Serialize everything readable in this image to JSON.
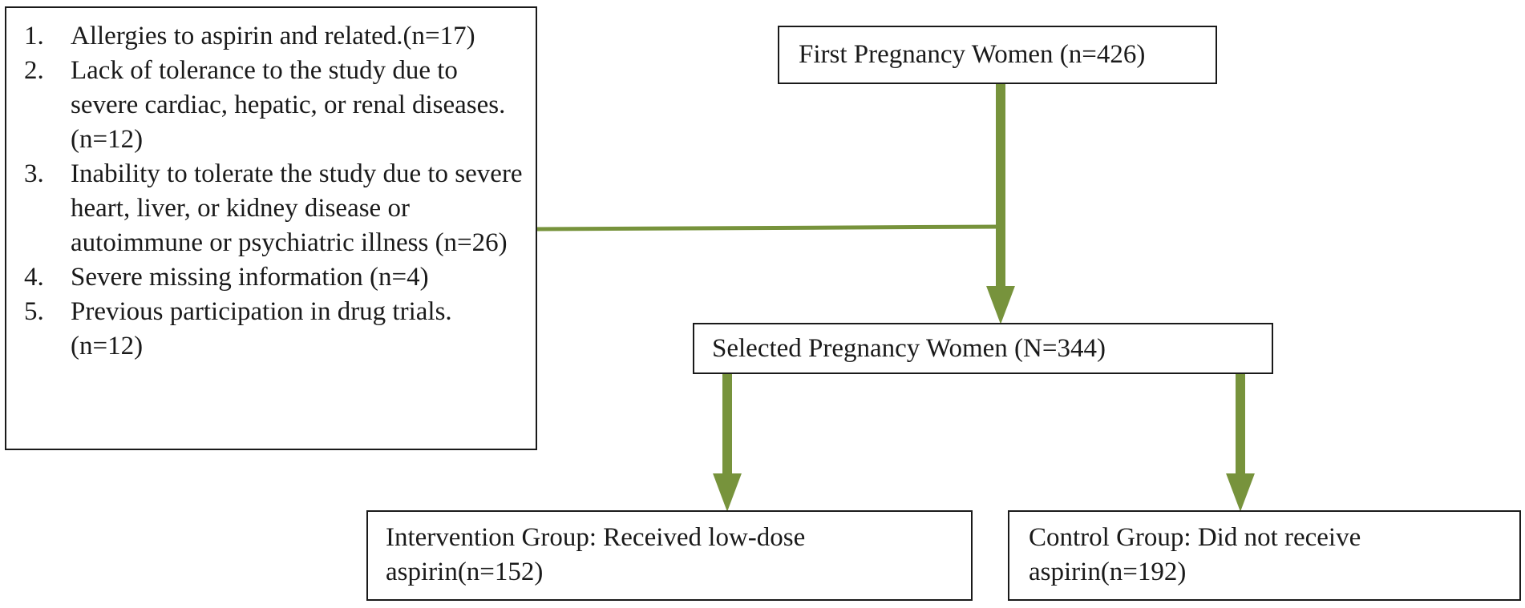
{
  "exclusion_criteria": [
    {
      "number": "1.",
      "text": "Allergies to aspirin and related.(n=17)"
    },
    {
      "number": "2.",
      "text": "Lack of tolerance to the study due to severe cardiac, hepatic, or renal diseases. (n=12)"
    },
    {
      "number": "3.",
      "text": "Inability to tolerate the study due to severe heart, liver, or kidney disease or autoimmune or psychiatric illness (n=26)"
    },
    {
      "number": "4.",
      "text": "Severe missing information (n=4)"
    },
    {
      "number": "5.",
      "text": "Previous participation in drug trials. (n=12)"
    }
  ],
  "boxes": {
    "first": "First Pregnancy Women (n=426)",
    "selected": "Selected Pregnancy Women (N=344)",
    "intervention": "Intervention Group: Received low-dose aspirin(n=152)",
    "control": "Control Group: Did not receive aspirin(n=192)"
  },
  "colors": {
    "arrow": "#77933c",
    "border": "#1a1a1a"
  }
}
